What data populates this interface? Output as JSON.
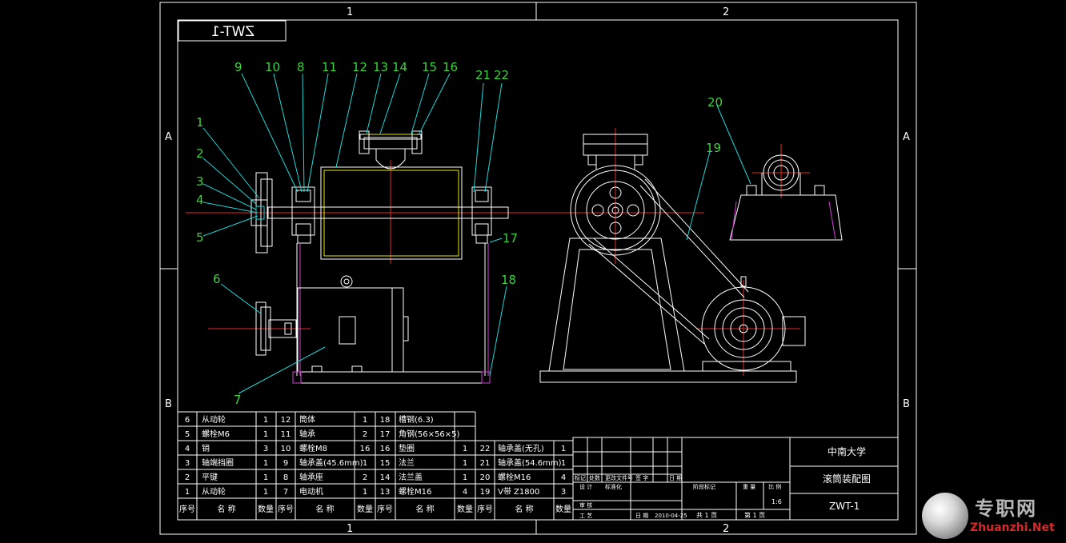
{
  "colors": {
    "white": "#ffffff",
    "green": "#3cd23c",
    "cyan": "#20d8d8",
    "red": "#e02828",
    "magenta": "#d040d0",
    "yellow": "#e8e800"
  },
  "frame": {
    "zones_top": [
      "1",
      "2"
    ],
    "zones_bottom": [
      "1",
      "2"
    ],
    "zones_left": [
      "A",
      "B"
    ],
    "zones_right": [
      "A",
      "B"
    ],
    "drawing_code_mirror": "ZWT-1"
  },
  "balloons": [
    "1",
    "2",
    "3",
    "4",
    "5",
    "6",
    "7",
    "8",
    "9",
    "10",
    "11",
    "12",
    "13",
    "14",
    "15",
    "16",
    "17",
    "18",
    "19",
    "20",
    "21",
    "22"
  ],
  "parts_list": {
    "rows": [
      [
        "6",
        "从动轮",
        "1",
        "12",
        "筒体",
        "1",
        "18",
        "槽钢(6.3)",
        ""
      ],
      [
        "5",
        "螺栓M6",
        "1",
        "11",
        "轴承",
        "2",
        "17",
        "角钢(56×56×5)",
        ""
      ],
      [
        "4",
        "销",
        "3",
        "10",
        "螺栓M8",
        "16",
        "16",
        "垫圈",
        "1",
        "22",
        "轴承盖(无孔)",
        "1"
      ],
      [
        "3",
        "轴端挡圈",
        "1",
        "9",
        "轴承盖(45.6mm)",
        "1",
        "15",
        "法兰",
        "1",
        "21",
        "轴承盖(54.6mm)",
        "1"
      ],
      [
        "2",
        "平键",
        "1",
        "8",
        "轴承座",
        "2",
        "14",
        "法兰盖",
        "1",
        "20",
        "螺栓M16",
        "4"
      ],
      [
        "1",
        "从动轮",
        "1",
        "7",
        "电动机",
        "1",
        "13",
        "螺栓M16",
        "4",
        "19",
        "V带 Z1800",
        "3"
      ]
    ],
    "header": [
      "序号",
      "名 称",
      "数量",
      "序号",
      "名 称",
      "数量",
      "序号",
      "名 称",
      "数量",
      "序号",
      "名 称",
      "数量"
    ]
  },
  "title_block": {
    "school": "中南大学",
    "drawing_name": "滚筒装配图",
    "drawing_code": "ZWT-1",
    "small_labels": [
      "标记",
      "处数",
      "更改文件号",
      "签 字",
      "日 期",
      "设 计",
      "标准化",
      "阶段标记",
      "重 量",
      "比 例",
      "审 核",
      "工 艺",
      "日 期"
    ],
    "scale": "1:6",
    "date": "2010-04-25",
    "sheets_total": "共 1 页",
    "sheet_no": "第 1 页"
  },
  "watermark": {
    "site_cn": "专职网",
    "site_en": "Zhuanzhi.Net"
  }
}
